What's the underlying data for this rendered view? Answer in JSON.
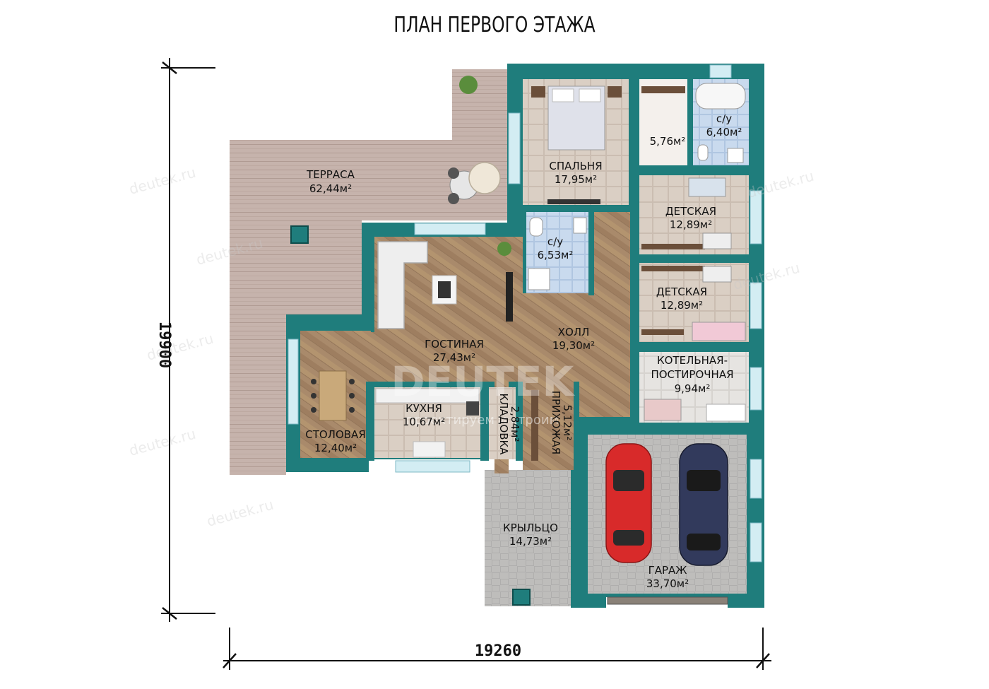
{
  "title": "ПЛАН ПЕРВОГО ЭТАЖА",
  "dimensions": {
    "height": "19900",
    "width": "19260"
  },
  "watermark": {
    "text": "deutek.ru",
    "logo": "DEUTEK",
    "slogan": "проектируем и строим"
  },
  "rooms": {
    "terrace": {
      "name": "ТЕРРАСА",
      "area": "62,44м²"
    },
    "bedroom": {
      "name": "СПАЛЬНЯ",
      "area": "17,95м²"
    },
    "closet": {
      "name": "",
      "area": "5,76м²"
    },
    "bath1": {
      "name": "с/у",
      "area": "6,40м²"
    },
    "bath2": {
      "name": "с/у",
      "area": "6,53м²"
    },
    "kids1": {
      "name": "ДЕТСКАЯ",
      "area": "12,89м²"
    },
    "kids2": {
      "name": "ДЕТСКАЯ",
      "area": "12,89м²"
    },
    "living": {
      "name": "ГОСТИНАЯ",
      "area": "27,43м²"
    },
    "hall": {
      "name": "ХОЛЛ",
      "area": "19,30м²"
    },
    "boiler": {
      "name": "КОТЕЛЬНАЯ-",
      "name2": "ПОСТИРОЧНАЯ",
      "area": "9,94м²"
    },
    "kitchen": {
      "name": "КУХНЯ",
      "area": "10,67м²"
    },
    "dining": {
      "name": "СТОЛОВАЯ",
      "area": "12,40м²"
    },
    "pantry": {
      "name": "КЛАДОВКА",
      "area": "2,84м²"
    },
    "entry": {
      "name": "ПРИХОЖАЯ",
      "area": "5,12м²"
    },
    "porch": {
      "name": "КРЫЛЬЦО",
      "area": "14,73м²"
    },
    "garage": {
      "name": "ГАРАЖ",
      "area": "33,70м²"
    }
  },
  "colors": {
    "wall": "#1f7d7c",
    "wood": "#a58668",
    "tile": "#d9cec4",
    "bath": "#c7d8ee",
    "deck": "#c4b1aa",
    "stone": "#bdbcba",
    "window": "#cfeaf1"
  }
}
